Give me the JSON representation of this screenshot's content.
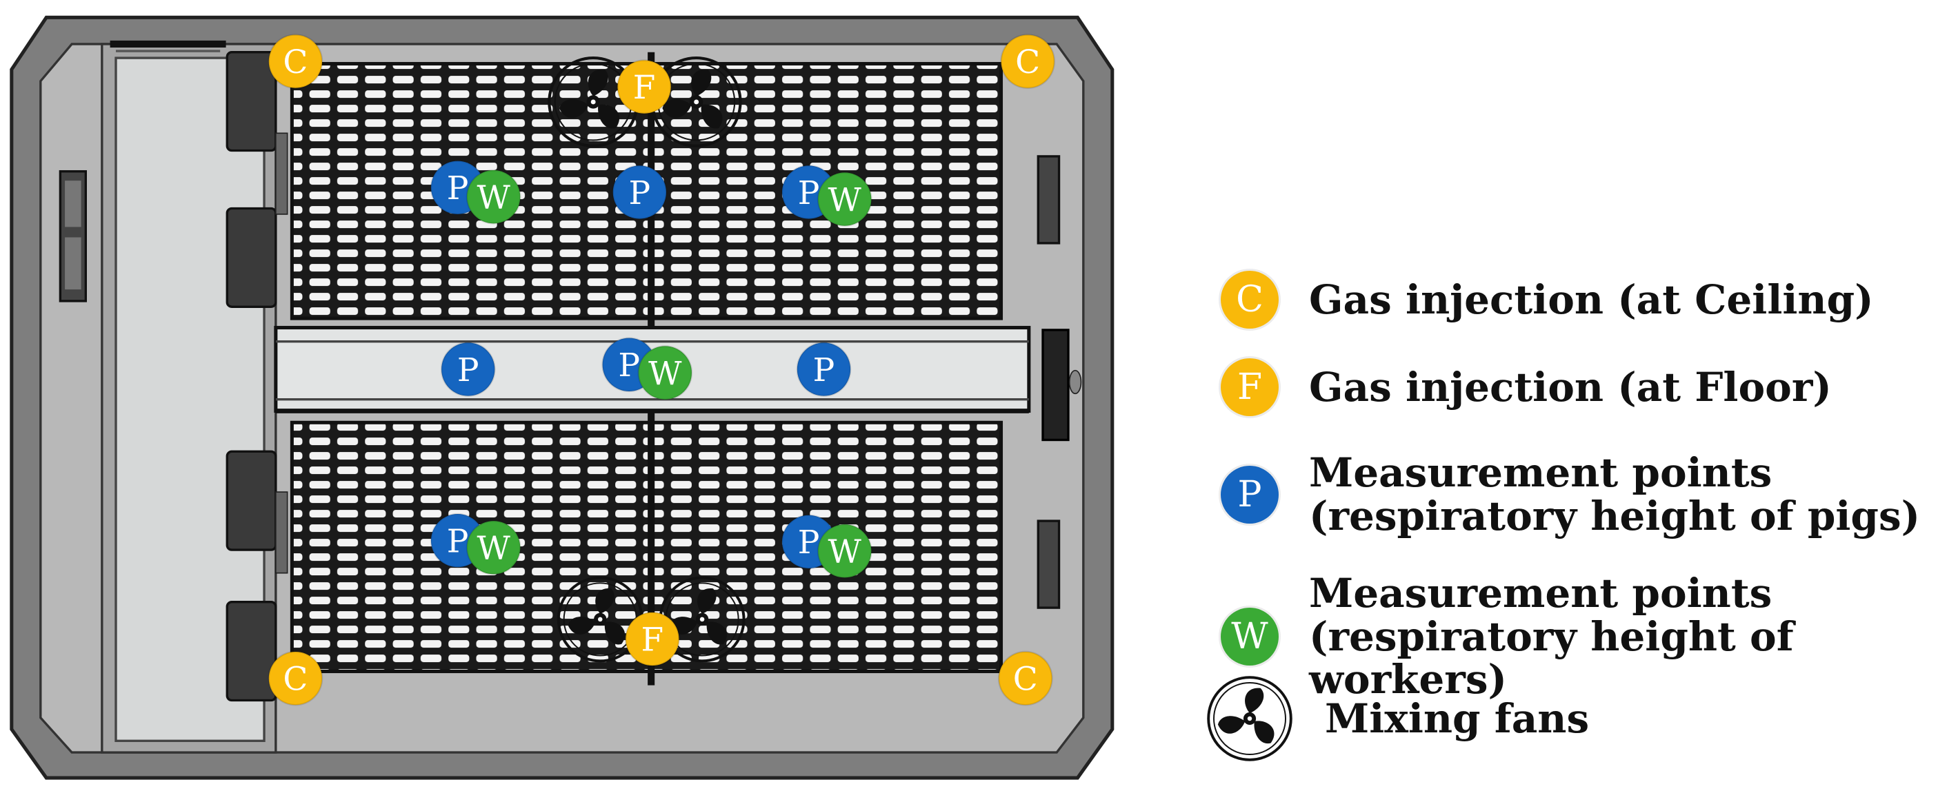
{
  "colors": {
    "ceiling": "#F9B90A",
    "floor": "#F9B90A",
    "pigs": "#1565C0",
    "workers": "#3AAA35",
    "wall": "#8A8A8A",
    "slat": "#1A1A1A",
    "corridor": "#E2E4E4"
  },
  "markers": {
    "ceiling_letter": "C",
    "floor_letter": "F",
    "pigs_letter": "P",
    "workers_letter": "W"
  },
  "legend": [
    {
      "key": "ceiling",
      "lines": [
        "Gas injection (at Ceiling)"
      ]
    },
    {
      "key": "floor",
      "lines": [
        "Gas injection (at Floor)"
      ]
    },
    {
      "key": "pigs",
      "lines": [
        "Measurement points",
        "(respiratory height of pigs)"
      ]
    },
    {
      "key": "workers",
      "lines": [
        "Measurement points",
        "(respiratory height of workers)"
      ]
    },
    {
      "key": "fan",
      "icon": "mixing-fan-icon",
      "lines": [
        "Mixing fans"
      ]
    }
  ]
}
